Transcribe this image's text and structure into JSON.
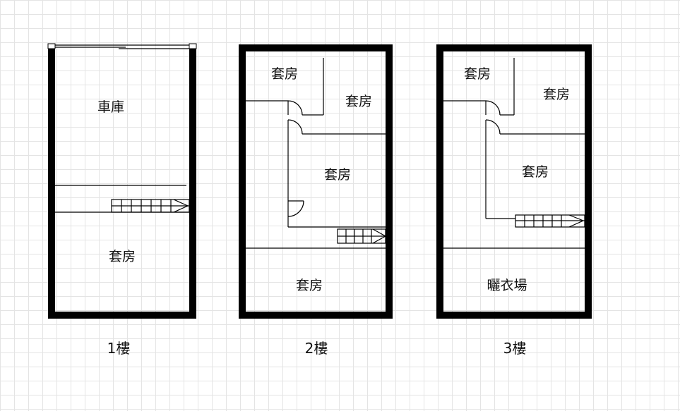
{
  "floors": [
    {
      "label": "1樓",
      "rooms": [
        "車庫",
        "套房"
      ]
    },
    {
      "label": "2樓",
      "rooms": [
        "套房",
        "套房",
        "套房",
        "套房"
      ]
    },
    {
      "label": "3樓",
      "rooms": [
        "套房",
        "套房",
        "套房",
        "曬衣場"
      ]
    }
  ]
}
